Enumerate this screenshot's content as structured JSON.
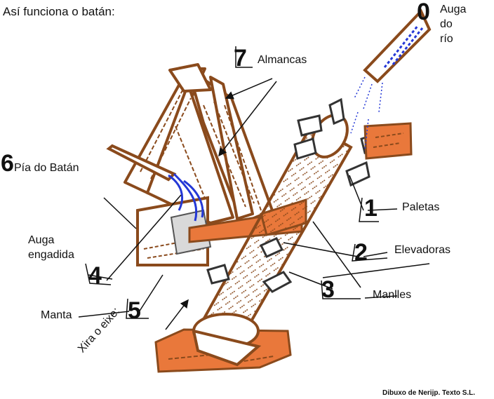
{
  "title": "Así funciona o batán:",
  "credit": "Dibuxo de Nerijp. Texto S.L.",
  "parts": [
    {
      "num": "0",
      "label": "Auga do río",
      "lines": [
        "Auga",
        "do",
        "río"
      ]
    },
    {
      "num": "1",
      "label": "Paletas"
    },
    {
      "num": "2",
      "label": "Elevadoras"
    },
    {
      "num": "3",
      "label": "Manlles"
    },
    {
      "num": "4",
      "label": "Auga engadida",
      "lines": [
        "Auga",
        "engadida"
      ]
    },
    {
      "num": "5",
      "label": "Manta"
    },
    {
      "num": "6",
      "label": "Pía do Batán"
    },
    {
      "num": "7",
      "label": "Almancas"
    }
  ],
  "rotation_label": "Xira o eixe:",
  "colors": {
    "wood": "#8a4a1c",
    "wood_fill": "#ffffff",
    "orange": "#e9783b",
    "water": "#2438d6",
    "metal": "#555555",
    "text": "#111111"
  }
}
